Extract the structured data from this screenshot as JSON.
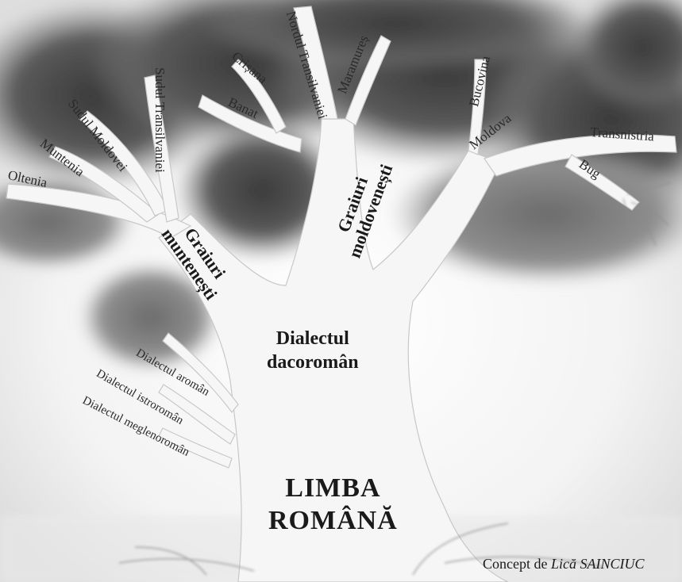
{
  "root": "LIMBA ROMÂNĂ",
  "root_lines": [
    "LIMBA",
    "ROMÂNĂ"
  ],
  "trunk": "Dialectul dacoromân",
  "trunk_lines": [
    "Dialectul",
    "dacoromân"
  ],
  "groups": {
    "muntenesti_lines": [
      "Graiuri",
      "muntenești"
    ],
    "moldovenesti_lines": [
      "Graiuri",
      "moldovenești"
    ]
  },
  "branches_left": [
    "Oltenia",
    "Muntenia",
    "Sudul Moldovei",
    "Sudul Transilvaniei"
  ],
  "branches_middle": [
    "Crișana",
    "Banat",
    "Nordul Transilvaniei",
    "Maramureș"
  ],
  "branches_right": [
    "Bucovina",
    "Moldova",
    "Transnistria",
    "Bug"
  ],
  "other_dialects": [
    "Dialectul aromân",
    "Dialectul istroromân",
    "Dialectul meglenoromân"
  ],
  "credit": {
    "prefix": "Concept de",
    "author": "Lică SAINCIUC"
  },
  "colors": {
    "foliage_dark": "#4a4a4a",
    "foliage_mid": "#8a8a8a",
    "trunk": "#f4f4f4",
    "text": "#222222"
  }
}
